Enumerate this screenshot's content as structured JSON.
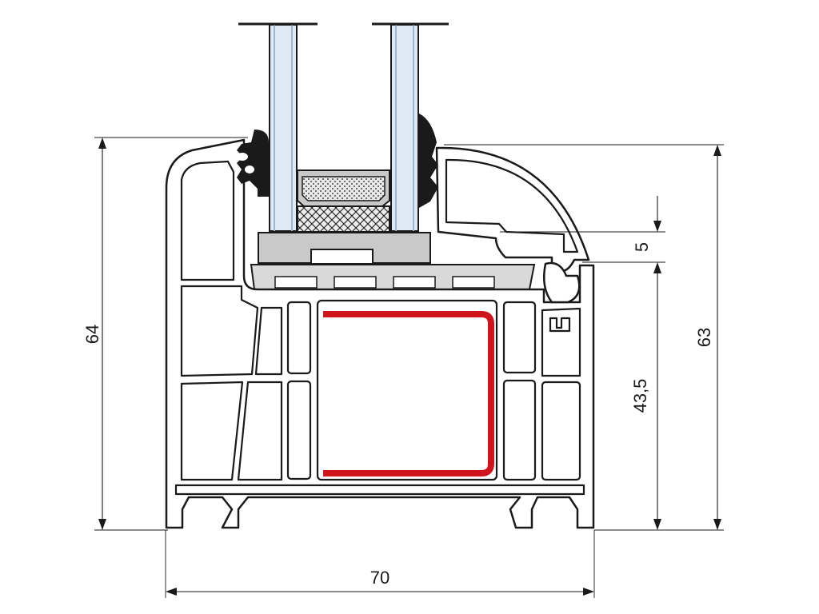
{
  "diagram": {
    "colors": {
      "outline": "#1a1a1a",
      "glass": "#dfe9f5",
      "glass_edge": "#9fb6cf",
      "spacer": "#c9c9c9",
      "bead": "#d9d9d9",
      "steel": "#d0141c",
      "gasket": "#1a1a1a"
    },
    "dimensions": {
      "height_left": "64",
      "width_bottom": "70",
      "height_right": "63",
      "rebate": "5",
      "inner_height": "43,5"
    }
  }
}
